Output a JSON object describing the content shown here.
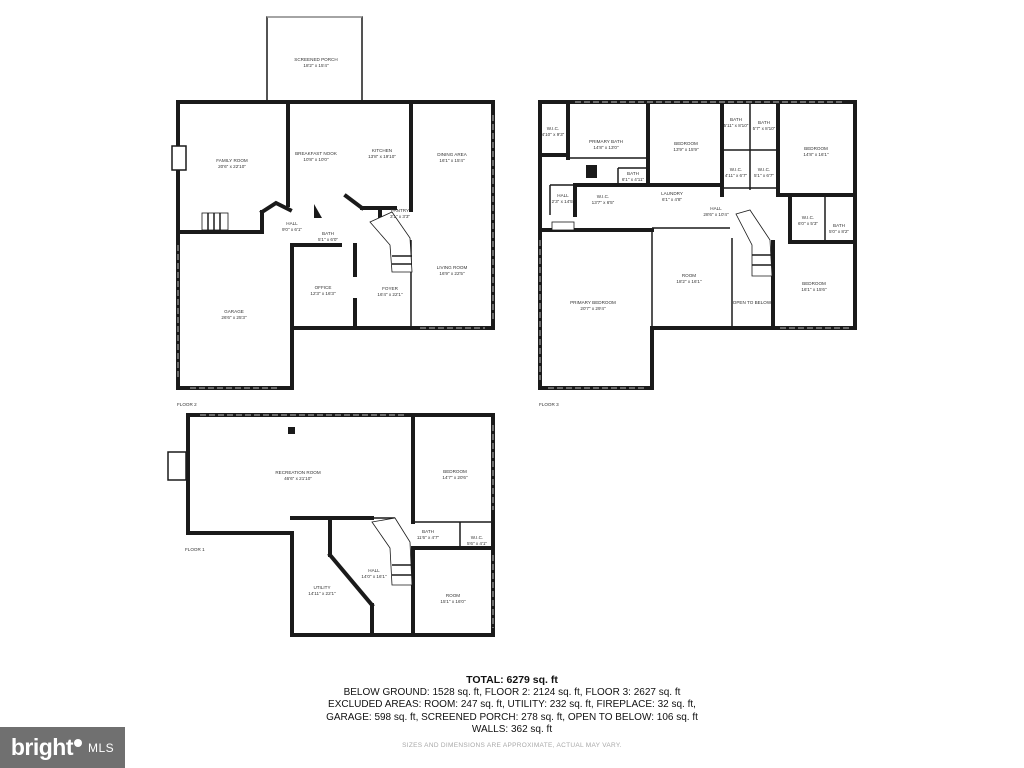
{
  "floors": {
    "floor2": {
      "label": "FLOOR 2",
      "rooms": [
        {
          "name": "SCREENED PORCH",
          "dims": "18'2\" x 15'4\""
        },
        {
          "name": "FAMILY ROOM",
          "dims": "20'6\" x 22'10\""
        },
        {
          "name": "BREAKFAST NOOK",
          "dims": "10'8\" x 10'0\""
        },
        {
          "name": "KITCHEN",
          "dims": "13'8\" x 19'10\""
        },
        {
          "name": "DINING AREA",
          "dims": "16'1\" x 15'4\""
        },
        {
          "name": "HALL",
          "dims": "9'0\" x 6'1\""
        },
        {
          "name": "PANTRY",
          "dims": "3'1\" x 3'3\""
        },
        {
          "name": "BATH",
          "dims": "5'1\" x 6'0\""
        },
        {
          "name": "LIVING ROOM",
          "dims": "16'9\" x 22'5\""
        },
        {
          "name": "OFFICE",
          "dims": "12'3\" x 16'3\""
        },
        {
          "name": "FOYER",
          "dims": "16'4\" x 22'1\""
        },
        {
          "name": "GARAGE",
          "dims": "26'6\" x 25'3\""
        }
      ]
    },
    "floor3": {
      "label": "FLOOR 3",
      "rooms": [
        {
          "name": "W.I.C.",
          "dims": "4'10\" x 9'3\""
        },
        {
          "name": "PRIMARY BATH",
          "dims": "14'8\" x 13'0\""
        },
        {
          "name": "BEDROOM",
          "dims": "13'9\" x 15'9\""
        },
        {
          "name": "BATH",
          "dims": "5'11\" x 8'10\""
        },
        {
          "name": "BATH",
          "dims": "5'7\" x 8'10\""
        },
        {
          "name": "BEDROOM",
          "dims": "14'8\" x 16'1\""
        },
        {
          "name": "BATH",
          "dims": "6'1\" x 4'11\""
        },
        {
          "name": "HALL",
          "dims": "2'3\" x 14'5\""
        },
        {
          "name": "W.I.C.",
          "dims": "13'7\" x 6'5\""
        },
        {
          "name": "LAUNDRY",
          "dims": "6'1\" x 4'8\""
        },
        {
          "name": "W.I.C.",
          "dims": "4'11\" x 6'7\""
        },
        {
          "name": "W.I.C.",
          "dims": "5'1\" x 6'7\""
        },
        {
          "name": "HALL",
          "dims": "28'6\" x 10'4\""
        },
        {
          "name": "W.I.C.",
          "dims": "6'0\" x 5'3\""
        },
        {
          "name": "BATH",
          "dims": "5'0\" x 8'2\""
        },
        {
          "name": "ROOM",
          "dims": "18'2\" x 16'1\""
        },
        {
          "name": "BEDROOM",
          "dims": "16'1\" x 15'6\""
        },
        {
          "name": "PRIMARY BEDROOM",
          "dims": "20'7\" x 29'4\""
        },
        {
          "name": "OPEN TO BELOW",
          "dims": ""
        }
      ]
    },
    "floor1": {
      "label": "FLOOR 1",
      "rooms": [
        {
          "name": "RECREATION ROOM",
          "dims": "46'6\" x 21'10\""
        },
        {
          "name": "BEDROOM",
          "dims": "14'7\" x 20'6\""
        },
        {
          "name": "BATH",
          "dims": "11'6\" x 4'7\""
        },
        {
          "name": "W.I.C.",
          "dims": "5'6\" x 4'1\""
        },
        {
          "name": "UTILITY",
          "dims": "14'11\" x 22'1\""
        },
        {
          "name": "HALL",
          "dims": "14'0\" x 16'1\""
        },
        {
          "name": "ROOM",
          "dims": "15'1\" x 16'0\""
        }
      ]
    }
  },
  "summary": {
    "total": "TOTAL: 6279 sq. ft",
    "line1": "BELOW GROUND: 1528 sq. ft, FLOOR 2: 2124 sq. ft, FLOOR 3: 2627 sq. ft",
    "line2": "EXCLUDED AREAS: ROOM: 247 sq. ft, UTILITY: 232 sq. ft, FIREPLACE: 32 sq. ft,",
    "line3": "GARAGE: 598 sq. ft, SCREENED PORCH: 278 sq. ft, OPEN TO BELOW: 106 sq. ft",
    "line4": "WALLS: 362 sq. ft"
  },
  "disclaimer": "SIZES AND DIMENSIONS ARE APPROXIMATE, ACTUAL MAY VARY.",
  "logo": {
    "brand": "bright",
    "suffix": "MLS"
  }
}
